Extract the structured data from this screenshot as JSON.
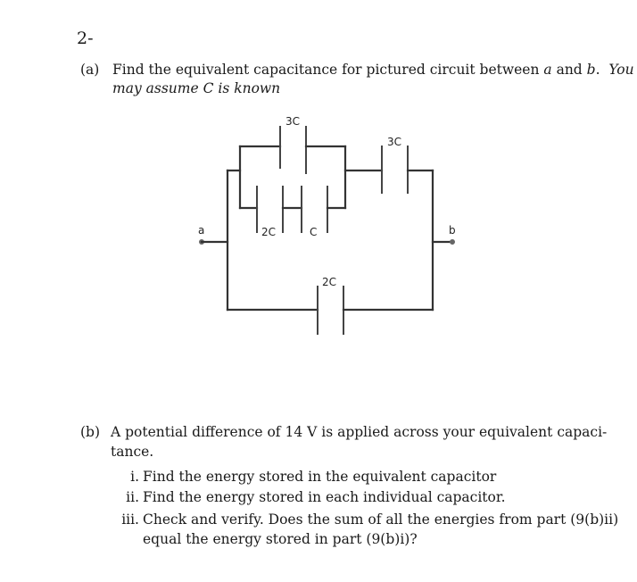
{
  "question": {
    "number": "2-",
    "part_a": {
      "label": "(a)",
      "line1_pre": "Find the equivalent capacitance for pictured circuit between ",
      "var_a": "a",
      "and": " and ",
      "var_b": "b",
      "period": ".",
      "line1_italic": "You",
      "line2_italic_pre": "may assume ",
      "var_C": "C",
      "line2_italic_post": " is known"
    },
    "circuit": {
      "terminal_a": "a",
      "terminal_b": "b",
      "capacitors": [
        {
          "id": "top-3c",
          "label": "3C"
        },
        {
          "id": "right-3c",
          "label": "3C"
        },
        {
          "id": "series-2c",
          "label": "2C"
        },
        {
          "id": "series-c",
          "label": "C"
        },
        {
          "id": "bottom-2c",
          "label": "2C"
        }
      ]
    },
    "part_b": {
      "label": "(b)",
      "line1": "A potential difference of 14 V is applied across your equivalent capaci-",
      "line2": "tance.",
      "items": [
        {
          "num": "i.",
          "text": "Find the energy stored in the equivalent capacitor"
        },
        {
          "num": "ii.",
          "text": "Find the energy stored in each individual capacitor."
        },
        {
          "num": "iii.",
          "text": "Check and verify. Does the sum of all the energies from part (9(b)ii)",
          "text2": "equal the energy stored in part (9(b)i)?"
        }
      ]
    }
  }
}
